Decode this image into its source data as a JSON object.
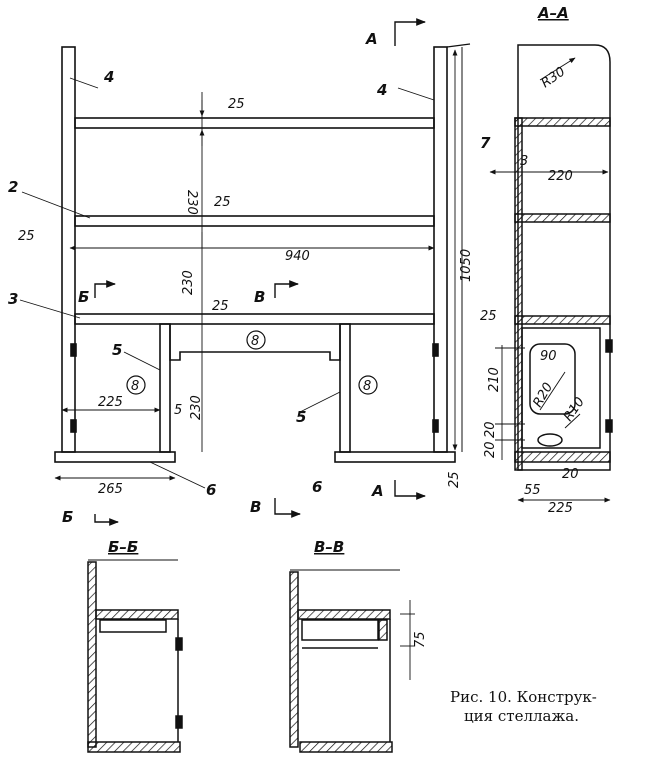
{
  "colors": {
    "ink": "#111111",
    "paper": "#ffffff"
  },
  "labels": {
    "part_4_left": "4",
    "part_4_right": "4",
    "part_2": "2",
    "part_3": "3",
    "part_5_left": "5",
    "part_5_right": "5",
    "part_6_left": "6",
    "part_6_right": "6",
    "part_7": "7",
    "circle_8_center": "8",
    "circle_8_left": "8",
    "circle_8_right": "8"
  },
  "dims": {
    "d25_top": "25",
    "d230_upper": "230",
    "d25_mid": "25",
    "d25_left": "25",
    "d940": "940",
    "d230_middle": "230",
    "d25_lower": "25",
    "d230_bottom": "230",
    "d1050": "1050",
    "d225_left": "225",
    "d5": "5",
    "d265": "265",
    "d25_base": "25",
    "aa_r30": "R30",
    "aa_3": "3",
    "aa_220": "220",
    "aa_25": "25",
    "aa_90": "90",
    "aa_210": "210",
    "aa_r20": "R20",
    "aa_r10": "R10",
    "aa_20a": "20",
    "aa_20b": "20",
    "aa_20c": "20",
    "aa_55": "55",
    "aa_225": "225",
    "bb_75": "75"
  },
  "sections": {
    "a_top": "А",
    "a_bottom": "А",
    "b_left": "Б",
    "b_bottom": "Б",
    "v_left": "В",
    "v_bottom": "В",
    "aa_title": "А–А",
    "bb_title": "Б–Б",
    "vv_title": "В–В"
  },
  "caption": {
    "line1": "Рис. 10. Конструк-",
    "line2": "ция стеллажа."
  }
}
